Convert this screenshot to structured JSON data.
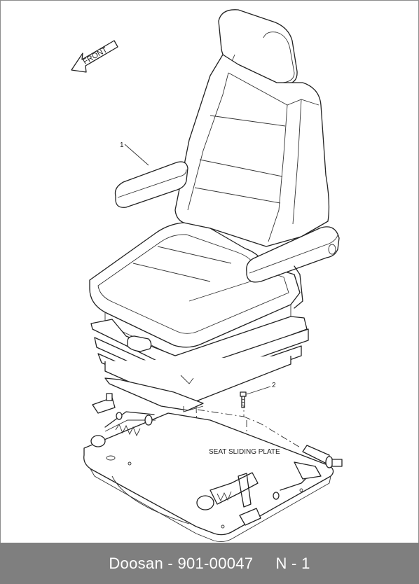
{
  "diagram": {
    "direction_label": "FRONT",
    "callouts": [
      "1",
      "2"
    ],
    "plate_label": "SEAT SLIDING PLATE"
  },
  "footer": {
    "brand": "Doosan",
    "separator": " - ",
    "part_number": "901-00047",
    "gap": "     ",
    "sheet": "N - 1"
  }
}
